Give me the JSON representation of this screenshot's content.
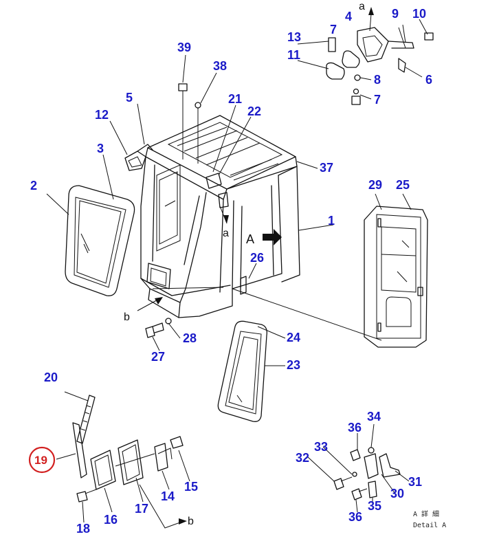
{
  "part_labels": {
    "p1": "1",
    "p2": "2",
    "p3": "3",
    "p4": "4",
    "p5": "5",
    "p6": "6",
    "p7a": "7",
    "p7b": "7",
    "p8": "8",
    "p9": "9",
    "p10": "10",
    "p11": "11",
    "p12": "12",
    "p13": "13",
    "p14": "14",
    "p15": "15",
    "p16": "16",
    "p17": "17",
    "p18": "18",
    "p19": "19",
    "p20": "20",
    "p21": "21",
    "p22": "22",
    "p23": "23",
    "p24": "24",
    "p25": "25",
    "p26": "26",
    "p27": "27",
    "p28": "28",
    "p29": "29",
    "p30": "30",
    "p31": "31",
    "p32": "32",
    "p33": "33",
    "p34": "34",
    "p35": "35",
    "p36a": "36",
    "p36b": "36",
    "p37": "37",
    "p38": "38",
    "p39": "39"
  },
  "ref_labels": {
    "a_top": "a",
    "a_cab": "a",
    "b_cab": "b",
    "b_bottom": "b",
    "A_view": "A"
  },
  "highlighted_part": "19",
  "detail_caption": {
    "jp": "A 詳 細",
    "en": "Detail A"
  },
  "colors": {
    "part_number": "#1a1ac8",
    "highlight": "#d22020",
    "line": "#111111"
  }
}
